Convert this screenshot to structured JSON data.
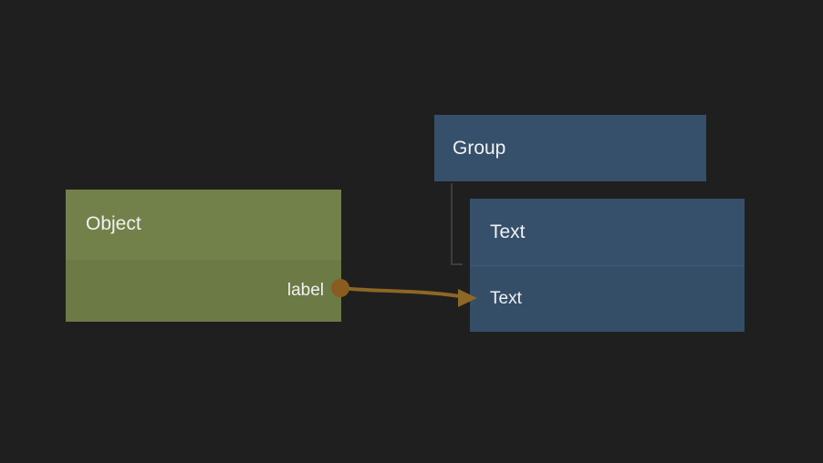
{
  "canvas": {
    "background": "#1f1f1f"
  },
  "nodes": {
    "object": {
      "title": "Object",
      "header_color": "#72814a",
      "body_color": "#6c7a45",
      "output_port": {
        "label": "label",
        "color": "#8a5c1f"
      }
    },
    "group": {
      "title": "Group",
      "color": "#36506b"
    },
    "text": {
      "title": "Text",
      "header_color": "#36506b",
      "row": {
        "label": "Text",
        "color": "#344e67"
      }
    }
  },
  "edges": {
    "wire": {
      "from": "Object.label",
      "to": "Text.Text",
      "color": "#8d6726"
    },
    "tree_link": {
      "from": "Group",
      "to": "Text",
      "color": "#3d3d3d"
    }
  }
}
